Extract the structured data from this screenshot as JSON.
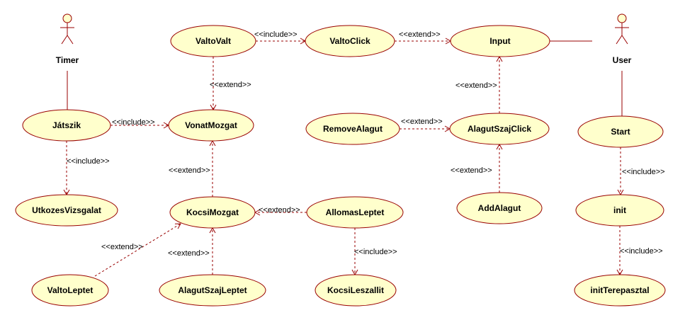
{
  "actors": [
    {
      "id": "timer",
      "name": "Timer"
    },
    {
      "id": "user",
      "name": "User"
    }
  ],
  "use_cases": [
    {
      "id": "valtovalt",
      "label": "ValtoValt"
    },
    {
      "id": "valtoclick",
      "label": "ValtoClick"
    },
    {
      "id": "input",
      "label": "Input"
    },
    {
      "id": "jatszik",
      "label": "Játszik"
    },
    {
      "id": "vonatmozgat",
      "label": "VonatMozgat"
    },
    {
      "id": "removealagut",
      "label": "RemoveAlagut"
    },
    {
      "id": "alagutszajclick",
      "label": "AlagutSzajClick"
    },
    {
      "id": "start",
      "label": "Start"
    },
    {
      "id": "utkozesvizsgalat",
      "label": "UtkozesVizsgalat"
    },
    {
      "id": "kocsimozgat",
      "label": "KocsiMozgat"
    },
    {
      "id": "allomasleptet",
      "label": "AllomasLeptet"
    },
    {
      "id": "addalagut",
      "label": "AddAlagut"
    },
    {
      "id": "init",
      "label": "init"
    },
    {
      "id": "valtoleptet",
      "label": "ValtoLeptet"
    },
    {
      "id": "alagutszajleptet",
      "label": "AlagutSzajLeptet"
    },
    {
      "id": "kocsileszallit",
      "label": "KocsiLeszallit"
    },
    {
      "id": "initterepasztal",
      "label": "initTerepasztal"
    }
  ],
  "associations": [
    {
      "from": "timer",
      "to": "jatszik"
    },
    {
      "from": "user",
      "to": "input"
    },
    {
      "from": "user",
      "to": "start"
    }
  ],
  "relationships": [
    {
      "from": "valtovalt",
      "to": "valtoclick",
      "stereotype": "<<include>>"
    },
    {
      "from": "valtoclick",
      "to": "input",
      "stereotype": "<<extend>>"
    },
    {
      "from": "valtovalt",
      "to": "vonatmozgat",
      "stereotype": "<<extend>>"
    },
    {
      "from": "jatszik",
      "to": "vonatmozgat",
      "stereotype": "<<include>>"
    },
    {
      "from": "jatszik",
      "to": "utkozesvizsgalat",
      "stereotype": "<<include>>"
    },
    {
      "from": "removealagut",
      "to": "alagutszajclick",
      "stereotype": "<<extend>>"
    },
    {
      "from": "alagutszajclick",
      "to": "input",
      "stereotype": "<<extend>>"
    },
    {
      "from": "addalagut",
      "to": "alagutszajclick",
      "stereotype": "<<extend>>"
    },
    {
      "from": "kocsimozgat",
      "to": "vonatmozgat",
      "stereotype": "<<extend>>"
    },
    {
      "from": "allomasleptet",
      "to": "kocsimozgat",
      "stereotype": "<<extend>>"
    },
    {
      "from": "allomasleptet",
      "to": "kocsileszallit",
      "stereotype": "<<include>>"
    },
    {
      "from": "valtoleptet",
      "to": "kocsimozgat",
      "stereotype": "<<extend>>"
    },
    {
      "from": "alagutszajleptet",
      "to": "kocsimozgat",
      "stereotype": "<<extend>>"
    },
    {
      "from": "start",
      "to": "init",
      "stereotype": "<<include>>"
    },
    {
      "from": "init",
      "to": "initterepasztal",
      "stereotype": "<<include>>"
    }
  ]
}
